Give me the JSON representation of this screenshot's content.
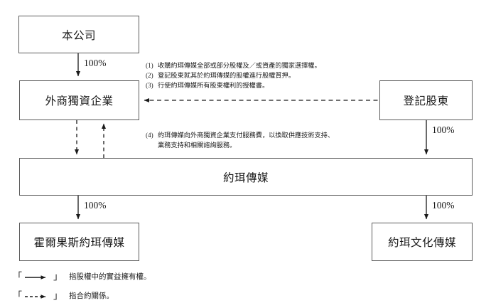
{
  "diagram": {
    "nodes": [
      {
        "id": "parent",
        "label": "本公司"
      },
      {
        "id": "wfoe",
        "label": "外商獨資企業"
      },
      {
        "id": "shareholder",
        "label": "登記股東"
      },
      {
        "id": "joel-media",
        "label": "約珥傳媒"
      },
      {
        "id": "horgos",
        "label": "霍爾果斯約珥傳媒"
      },
      {
        "id": "culture",
        "label": "約珥文化傳媒"
      }
    ],
    "percent_labels": [
      {
        "id": "parent-to-wfoe",
        "value": "100%"
      },
      {
        "id": "shareholder-to-joel",
        "value": "100%"
      },
      {
        "id": "joel-to-horgos",
        "value": "100%"
      },
      {
        "id": "joel-to-culture",
        "value": "100%"
      }
    ],
    "notes": [
      {
        "num": "(1)",
        "line1": "收購約珥傳媒全部或部分股權及／或資產的獨家選擇權。",
        "line2": ""
      },
      {
        "num": "(2)",
        "line1": "登記股東就其於約珥傳媒的股權進行股權質押。",
        "line2": ""
      },
      {
        "num": "(3)",
        "line1": "行使約珥傳媒所有股東權利的授權書。",
        "line2": ""
      }
    ],
    "notes_lower": [
      {
        "num": "(4)",
        "line1": "約珥傳媒向外商獨資企業支付服務費，以換取供應技術支持、",
        "line2": "業務支持和相關諮詢服務。"
      }
    ],
    "legend": [
      {
        "id": "solid",
        "bracket_open": "「",
        "bracket_close": "」",
        "text": "指股權中的實益擁有權。"
      },
      {
        "id": "dashed",
        "bracket_open": "「",
        "bracket_close": "」",
        "text": "指合約關係。"
      }
    ],
    "colors": {
      "box_border": "#5a5a5a",
      "line": "#1a1a1a",
      "text": "#1a1a1a",
      "background": "#ffffff"
    }
  }
}
